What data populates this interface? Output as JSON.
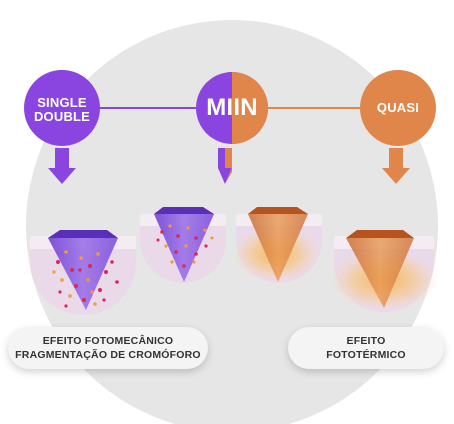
{
  "nodes": {
    "single_double": {
      "line1": "SINGLE",
      "line2": "DOUBLE"
    },
    "miin": {
      "label": "MIIN"
    },
    "quasi": {
      "label": "QUASI"
    }
  },
  "captions": {
    "photomechanical": {
      "line1": "EFEITO FOTOMECÂNICO",
      "line2": "FRAGMENTAÇÃO DE CROMÓFORO"
    },
    "photothermal": {
      "line1": "EFEITO",
      "line2": "FOTOTÉRMICO"
    }
  },
  "colors": {
    "purple": "#8a45e0",
    "orange": "#e1864a",
    "background_circle": "#e6e6e6",
    "skin_pink": "#ead6e7",
    "heat_glow": "#f6b24e",
    "particle_red": "#e0245a",
    "particle_orange": "#f39a3a"
  }
}
